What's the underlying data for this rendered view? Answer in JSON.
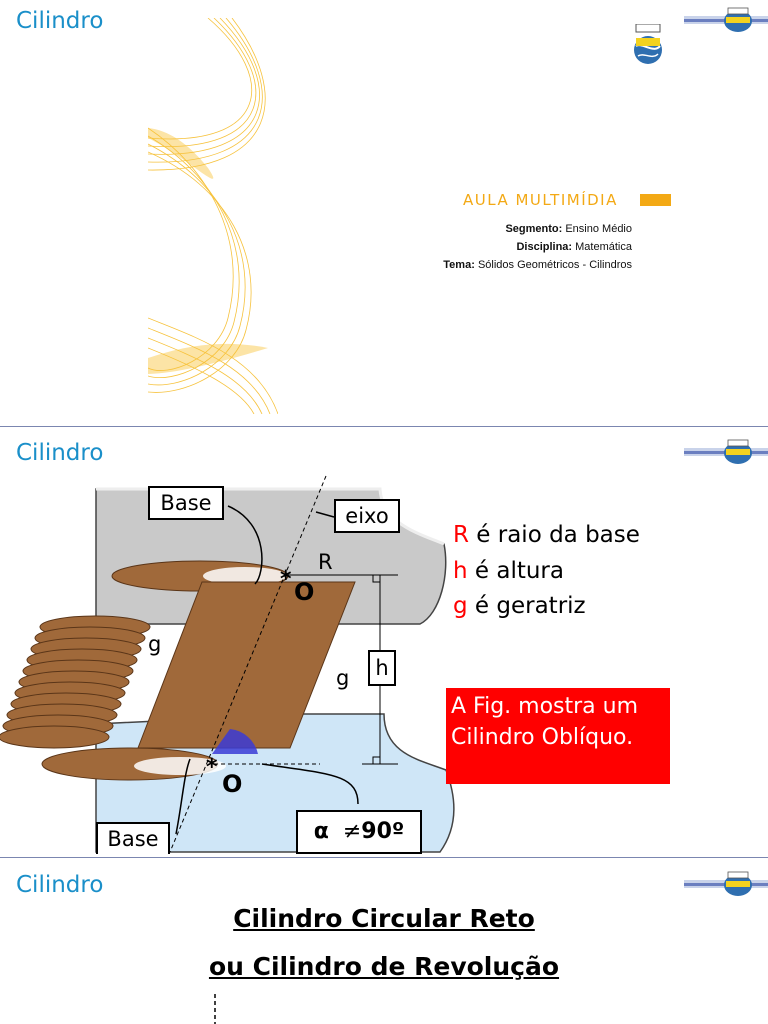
{
  "slide1": {
    "title": "Cilindro",
    "aula": "AULA MULTIMÍDIA",
    "segmento_label": "Segmento:",
    "segmento_value": "Ensino Médio",
    "disciplina_label": "Disciplina:",
    "disciplina_value": "Matemática",
    "tema_label": "Tema:",
    "tema_value": "Sólidos Geométricos -  Cilindros"
  },
  "slide2": {
    "title": "Cilindro",
    "label_base_top": "Base",
    "label_base_bottom": "Base",
    "label_eixo": "eixo",
    "label_R": "R",
    "label_h": "h",
    "label_g_left": "g",
    "label_g_right": "g",
    "label_o_top": "O",
    "label_o_bottom": "O",
    "label_alpha": "α",
    "label_neq": "≠",
    "label_90": "90º",
    "legend": [
      {
        "key": "R",
        "text": " é raio da base"
      },
      {
        "key": "h",
        "text": " é altura"
      },
      {
        "key": "g",
        "text": " é geratriz"
      }
    ],
    "note": "A Fig. mostra um Cilindro Oblíquo."
  },
  "slide3": {
    "title": "Cilindro",
    "heading_line1": "Cilindro Circular Reto",
    "heading_line2": "ou Cilindro de Revolução"
  },
  "colors": {
    "title_blue": "#1a8fc9",
    "accent_orange": "#f3a915",
    "legend_red": "#ff0000",
    "cylinder_brown": "#a0693a"
  }
}
